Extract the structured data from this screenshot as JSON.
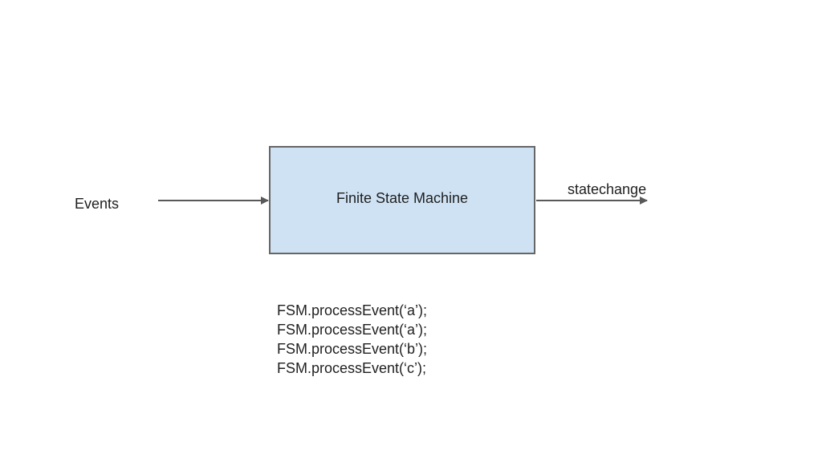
{
  "diagram": {
    "input_label": "Events",
    "box_label": "Finite State Machine",
    "output_label": "statechange",
    "code_lines": [
      "FSM.processEvent(‘a’);",
      "FSM.processEvent(‘a’);",
      "FSM.processEvent(‘b’);",
      "FSM.processEvent(‘c’);"
    ]
  },
  "colors": {
    "box_fill": "#cfe2f3",
    "box_stroke": "#666666",
    "arrow": "#595959",
    "text": "#1f1f1f"
  }
}
